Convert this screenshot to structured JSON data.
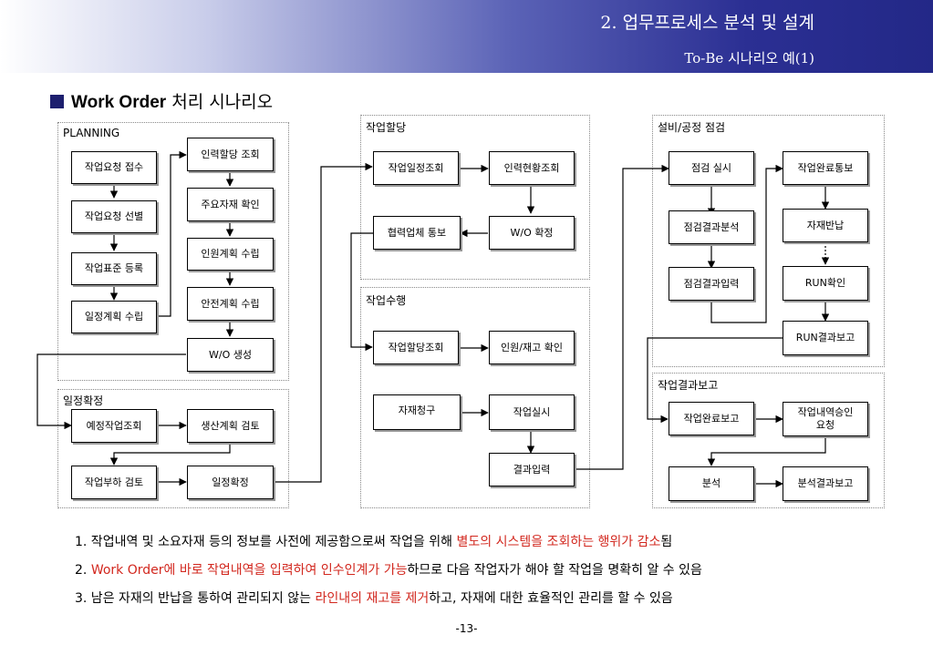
{
  "header": {
    "title": "2. 업무프로세스 분석 및 설계",
    "subtitle": "To-Be 시나리오 예(1)"
  },
  "section": {
    "bold": "Work Order",
    "rest": " 처리 시나리오"
  },
  "groups": {
    "planning": "PLANNING",
    "schedule_confirm": "일정확정",
    "job_assign": "작업할당",
    "job_execute": "작업수행",
    "equip_check": "설비/공정 점검",
    "result_report": "작업결과보고"
  },
  "nodes": {
    "job_request_receive": "작업요청 접수",
    "job_request_select": "작업요청 선별",
    "job_standard_register": "작업표준 등록",
    "schedule_plan": "일정계획 수립",
    "labor_assign_query": "인력할당 조회",
    "key_material_check": "주요자재 확인",
    "personnel_plan": "인원계획 수립",
    "safety_plan": "안전계획 수립",
    "wo_create": "W/O 생성",
    "scheduled_job_query": "예정작업조회",
    "production_plan_review": "생산계획 검토",
    "job_load_review": "작업부하 검토",
    "schedule_confirm": "일정확정",
    "job_schedule_query": "작업일정조회",
    "labor_status_query": "인력현황조회",
    "partner_notify": "협력업체 통보",
    "wo_confirm": "W/O 확정",
    "job_assign_query": "작업할당조회",
    "personnel_stock_check": "인원/재고 확인",
    "material_request": "자재청구",
    "job_execute": "작업실시",
    "result_input": "결과입력",
    "inspection_execute": "점검 실시",
    "inspection_result_analysis": "점검결과분석",
    "inspection_result_input": "점검결과입력",
    "job_complete_notify": "작업완료통보",
    "material_return": "자재반납",
    "run_check": "RUN확인",
    "run_result_report": "RUN결과보고",
    "job_complete_report": "작업완료보고",
    "job_detail_approval": "작업내역승인 요청",
    "analysis": "분석",
    "analysis_result_report": "분석결과보고"
  },
  "notes": [
    {
      "pre": "1. 작업내역 및 소요자재 등의 정보를 사전에 제공함으로써 작업을 위해 ",
      "red": "별도의 시스템을 조회하는 행위가 감소",
      "post": "됨"
    },
    {
      "pre": "2. ",
      "red": "Work Order에 바로 작업내역을 입력하여 인수인계가 가능",
      "post": "하므로 다음 작업자가 해야 할 작업을 명확히 알 수 있음"
    },
    {
      "pre": "3. 남은 자재의 반납을 통하여 관리되지 않는 ",
      "red": "라인내의 재고를 제거",
      "post": "하고, 자재에 대한 효율적인 관리를 할 수 있음"
    }
  ],
  "page_number": "-13-",
  "colors": {
    "banner_dark": "#232887",
    "heading_square": "#1d1f6e",
    "highlight_red": "#d2271e"
  }
}
